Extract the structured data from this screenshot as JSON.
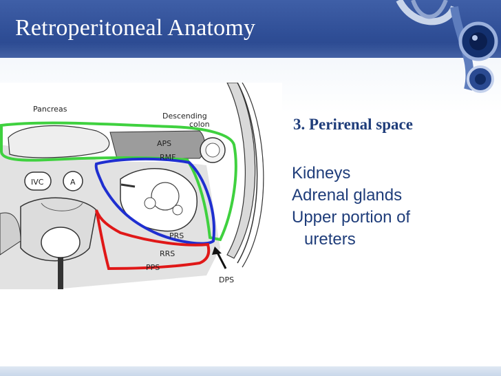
{
  "slide": {
    "title": "Retroperitoneal Anatomy",
    "heading": "3. Perirenal space",
    "items": [
      "Kidneys",
      "Adrenal glands",
      "Upper portion of",
      "ureters"
    ]
  },
  "figure": {
    "labels": {
      "pancreas": "Pancreas",
      "descending1": "Descending",
      "descending2": "colon",
      "aps": "APS",
      "rmf": "RMF",
      "ivc": "IVC",
      "aorta": "A",
      "prs": "PRS",
      "rrs": "RRS",
      "pps": "PPS",
      "dps": "DPS"
    }
  },
  "colors": {
    "header": "#2f4e96",
    "text": "#1f3d7a",
    "outline_green": "#3fd13f",
    "outline_blue": "#1f2fd0",
    "outline_red": "#e01818"
  },
  "icons": [
    "stethoscope-icon"
  ]
}
